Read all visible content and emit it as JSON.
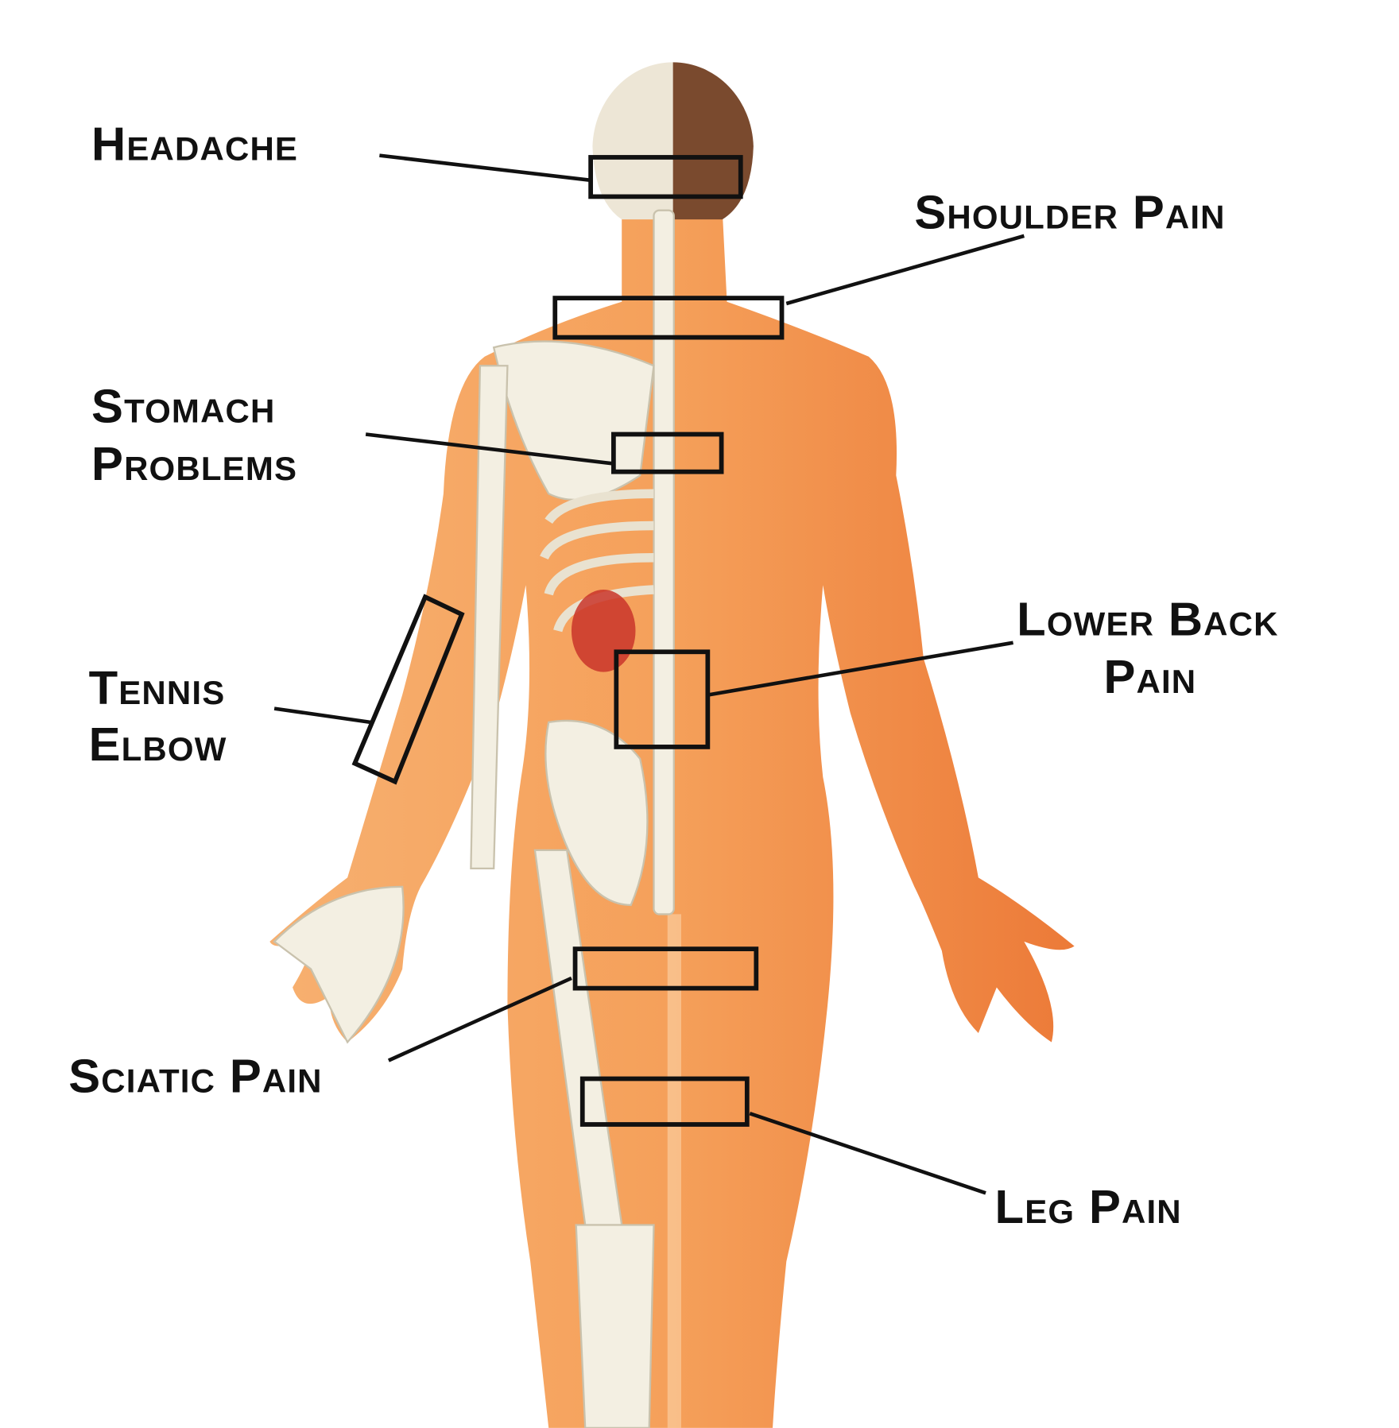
{
  "title": "Back body pain points diagram",
  "colors": {
    "skin": "#f5a05a",
    "skin_dark": "#e8702e",
    "bone": "#f3efe2",
    "hair": "#7a4a2e",
    "ink": "#111111"
  },
  "labels": {
    "headache": "Headache",
    "shoulder_pain": "Shoulder Pain",
    "stomach_line1": "Stomach",
    "stomach_line2": "Problems",
    "tennis_line1": "Tennis",
    "tennis_line2": "Elbow",
    "lower_back_line1": "Lower Back",
    "lower_back_line2": "Pain",
    "sciatic_pain": "Sciatic Pain",
    "leg_pain": "Leg Pain"
  }
}
